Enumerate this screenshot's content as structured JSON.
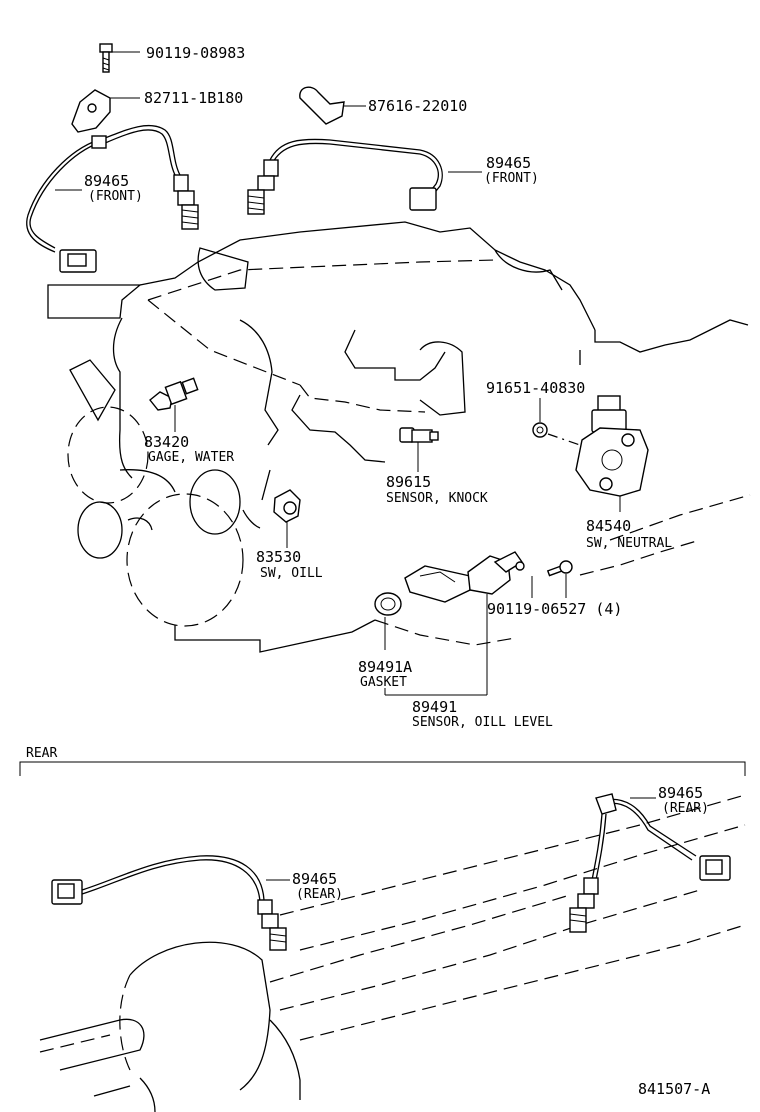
{
  "labels": {
    "p90119_08983": "90119-08983",
    "p82711": "82711-1B180",
    "p87616": "87616-22010",
    "p89465_front_left": "89465",
    "front_left_note": "(FRONT)",
    "p89465_front_right": "89465",
    "front_right_note": "(FRONT)",
    "p91651": "91651-40830",
    "p83420": "83420",
    "p83420_name": "GAGE, WATER",
    "p89615": "89615",
    "p89615_name": "SENSOR, KNOCK",
    "p84540": "84540",
    "p84540_name": "SW, NEUTRAL",
    "p83530": "83530",
    "p83530_name": "SW, OILL",
    "p90119_06527": "90119-06527 (4)",
    "p89491A": "89491A",
    "p89491A_name": "GASKET",
    "p89491": "89491",
    "p89491_name": "SENSOR, OILL LEVEL",
    "rear_section": "REAR",
    "p89465_rear_right": "89465",
    "rear_right_note": "(REAR)",
    "p89465_rear_left": "89465",
    "rear_left_note": "(REAR)",
    "figure_id": "841507-A"
  }
}
